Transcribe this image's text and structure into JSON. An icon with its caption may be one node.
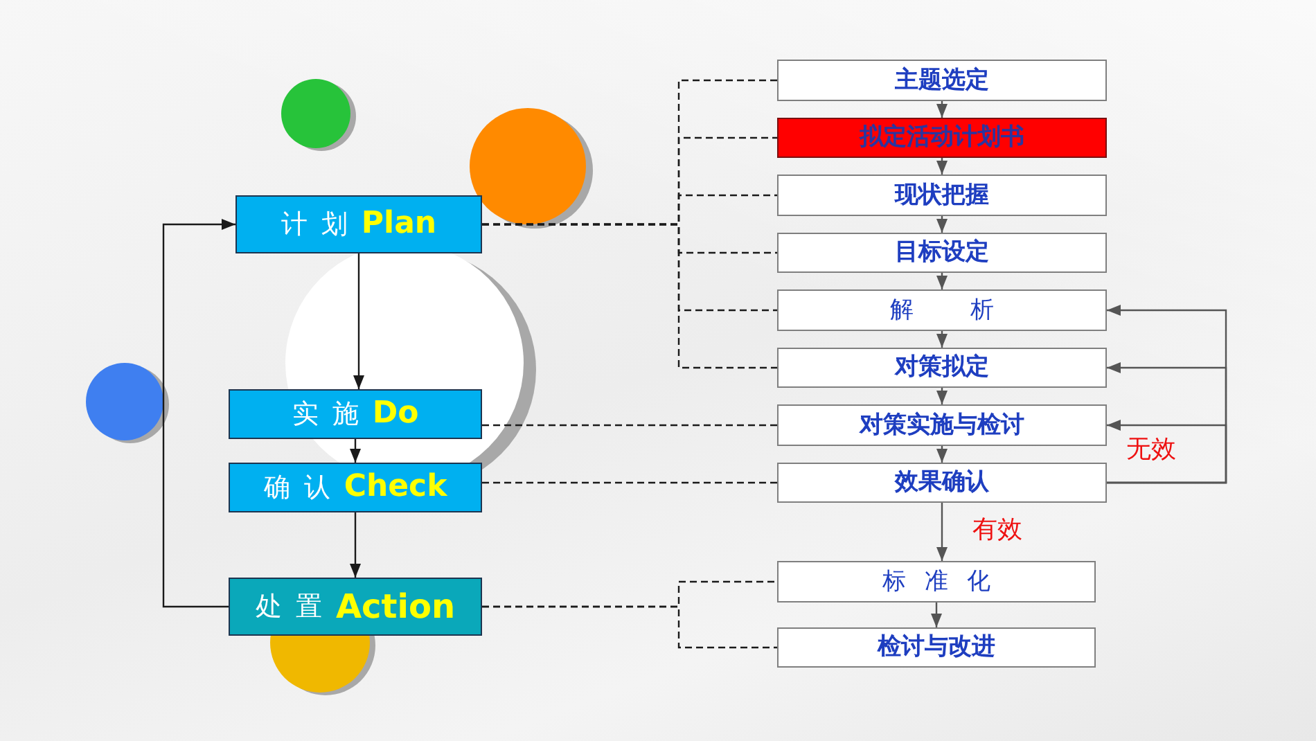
{
  "diagram": {
    "nodes": [
      {
        "text": [
          "计 划",
          "Plan"
        ]
      },
      {
        "text": [
          "实 施",
          "Do"
        ]
      },
      {
        "text": [
          "确 认",
          "Check"
        ]
      },
      {
        "text": [
          "处 置",
          "Action"
        ]
      },
      {
        "text": [
          "主题选定"
        ]
      },
      {
        "text": [
          "拟定活动计划书"
        ]
      },
      {
        "text": [
          "现状把握"
        ]
      },
      {
        "text": [
          "目标设定"
        ]
      },
      {
        "text": [
          "解 析"
        ]
      },
      {
        "text": [
          "对策拟定"
        ]
      },
      {
        "text": [
          "对策实施与检讨"
        ]
      },
      {
        "text": [
          "效果确认"
        ]
      },
      {
        "text": [
          "标 准 化"
        ]
      },
      {
        "text": [
          "检讨与改进"
        ]
      }
    ],
    "edges": [
      {
        "from": 0,
        "to": 1,
        "arrow": "to"
      },
      {
        "from": 1,
        "to": 2,
        "arrow": "to"
      },
      {
        "from": 2,
        "to": 3,
        "arrow": "to"
      },
      {
        "from": 3,
        "to": 0,
        "arrow": "to"
      },
      {
        "from": 4,
        "to": 5,
        "arrow": "to"
      },
      {
        "from": 5,
        "to": 6,
        "arrow": "to"
      },
      {
        "from": 6,
        "to": 7,
        "arrow": "to"
      },
      {
        "from": 7,
        "to": 8,
        "arrow": "to"
      },
      {
        "from": 8,
        "to": 9,
        "arrow": "to"
      },
      {
        "from": 9,
        "to": 10,
        "arrow": "to"
      },
      {
        "from": 10,
        "to": 11,
        "arrow": "to"
      },
      {
        "from": 11,
        "to": 12,
        "arrow": "to",
        "label": "有效"
      },
      {
        "from": 12,
        "to": 13,
        "arrow": "to"
      },
      {
        "from": 11,
        "to": 10,
        "arrow": "to",
        "label": "无效"
      },
      {
        "from": 11,
        "to": 9,
        "arrow": "to"
      },
      {
        "from": 11,
        "to": 8,
        "arrow": "to"
      },
      {
        "from": 0,
        "to": 4,
        "arrow": "none",
        "style": "dashed"
      },
      {
        "from": 0,
        "to": 5,
        "arrow": "none",
        "style": "dashed"
      },
      {
        "from": 0,
        "to": 6,
        "arrow": "none",
        "style": "dashed"
      },
      {
        "from": 0,
        "to": 7,
        "arrow": "none",
        "style": "dashed"
      },
      {
        "from": 0,
        "to": 8,
        "arrow": "none",
        "style": "dashed"
      },
      {
        "from": 0,
        "to": 9,
        "arrow": "none",
        "style": "dashed"
      },
      {
        "from": 1,
        "to": 10,
        "arrow": "none",
        "style": "dashed"
      },
      {
        "from": 2,
        "to": 11,
        "arrow": "none",
        "style": "dashed"
      },
      {
        "from": 3,
        "to": 12,
        "arrow": "none",
        "style": "dashed"
      },
      {
        "from": 3,
        "to": 13,
        "arrow": "none",
        "style": "dashed"
      }
    ]
  }
}
